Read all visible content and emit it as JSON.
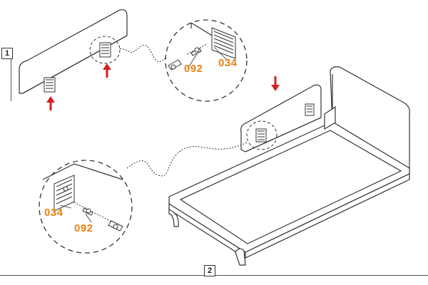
{
  "steps": {
    "step1": "1",
    "step2": "2"
  },
  "callouts": {
    "top": {
      "screw_code": "092",
      "bracket_code": "034"
    },
    "bottom": {
      "bracket_code": "034",
      "screw_code": "092"
    }
  },
  "colors": {
    "part_code": "#e8820e",
    "arrow": "#d41f1f",
    "line": "#333333"
  },
  "icons": [
    "up-arrow-icon",
    "down-arrow-icon",
    "screw-icon",
    "bracket-icon"
  ]
}
